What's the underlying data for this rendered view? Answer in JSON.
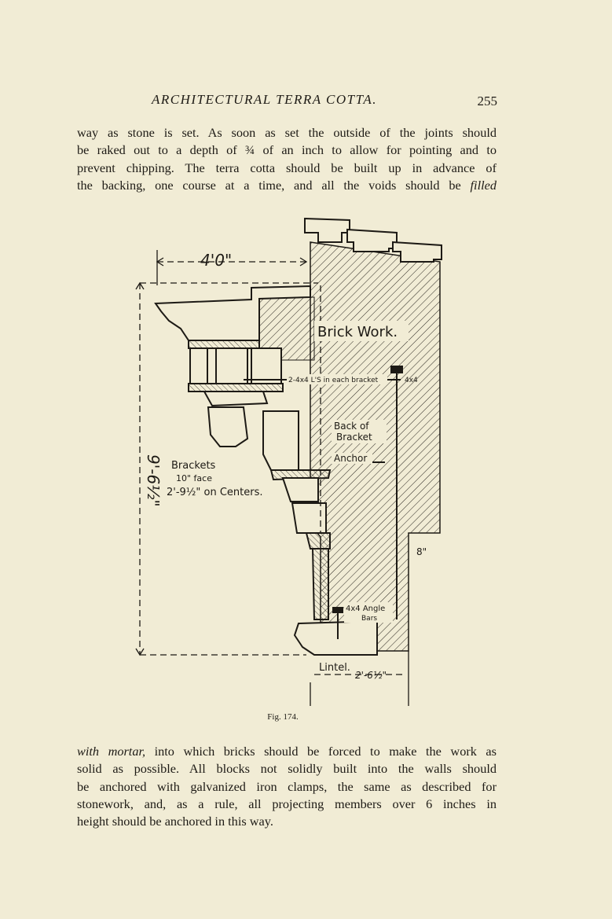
{
  "header": {
    "title": "ARCHITECTURAL TERRA COTTA.",
    "page_number": "255"
  },
  "paragraph1": {
    "lines": [
      "way as stone is set.  As soon as set the outside of the joints should",
      "be raked out to a depth of ¾ of an inch to allow for pointing and to",
      "prevent chipping.  The terra cotta should be built up in advance of",
      "the backing, one course at a time, and all the voids should be "
    ],
    "last_word": "filled"
  },
  "figure": {
    "labels": {
      "width_dim": "4'0\"",
      "height_dim": "9'-6½\"",
      "brick_work": "Brick Work.",
      "ls_bracket": "2-4x4 L'S in each bracket",
      "ls_size": "4x4",
      "back_of_bracket_1": "Back of",
      "back_of_bracket_2": "Bracket",
      "anchor": "Anchor",
      "brackets_1": "Brackets",
      "brackets_2": "10\" face",
      "brackets_3": "2'-9½\" on Centers.",
      "eight_in": "8\"",
      "angle_1": "4x4 Angle",
      "angle_2": "Bars",
      "lintel": "Lintel.",
      "lintel_dim": "2'-6½\""
    },
    "caption": "Fig. 174."
  },
  "paragraph2": {
    "lead_italic": "with mortar,",
    "lines": [
      " into which bricks should be forced to make the work as",
      "solid as possible.  All blocks not solidly built into the walls should",
      "be anchored with galvanized iron clamps, the same as described for",
      "stonework, and, as a rule, all projecting members over 6 inches in",
      "height should be anchored in this way."
    ]
  }
}
